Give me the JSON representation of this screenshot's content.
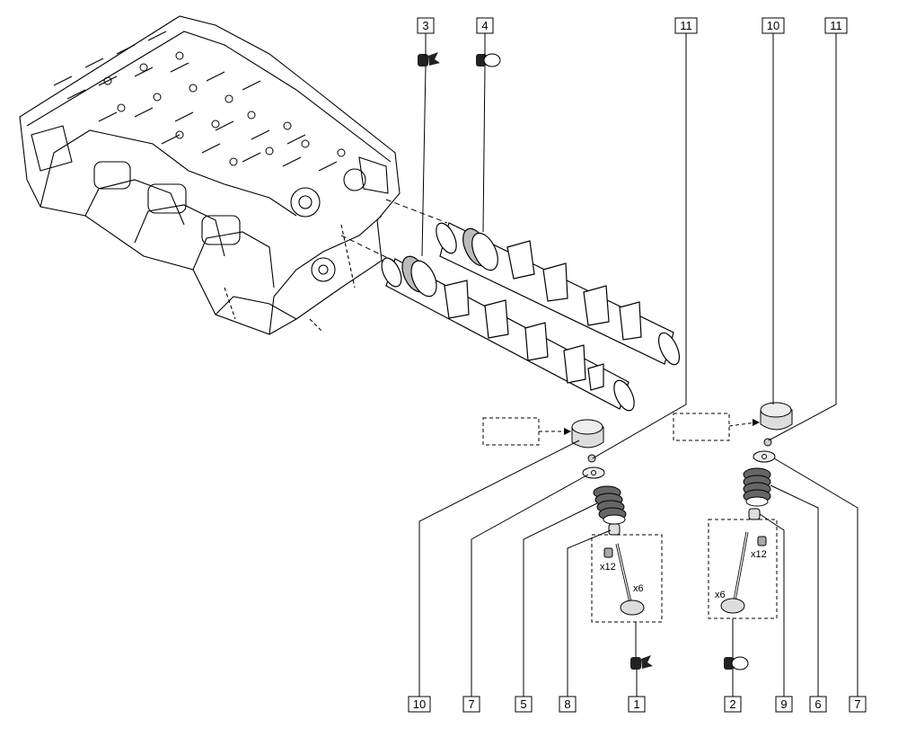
{
  "diagram": {
    "callouts": {
      "top_3": "3",
      "top_4": "4",
      "top_11_left": "11",
      "top_10": "10",
      "top_11_right": "11",
      "bottom_10": "10",
      "bottom_7_left": "7",
      "bottom_5": "5",
      "bottom_8": "8",
      "bottom_1": "1",
      "bottom_2": "2",
      "bottom_9": "9",
      "bottom_6": "6",
      "bottom_7_right": "7"
    },
    "multipliers": {
      "left_keepers": "x12",
      "left_valves": "x6",
      "right_keepers": "x12",
      "right_valves": "x6"
    }
  }
}
